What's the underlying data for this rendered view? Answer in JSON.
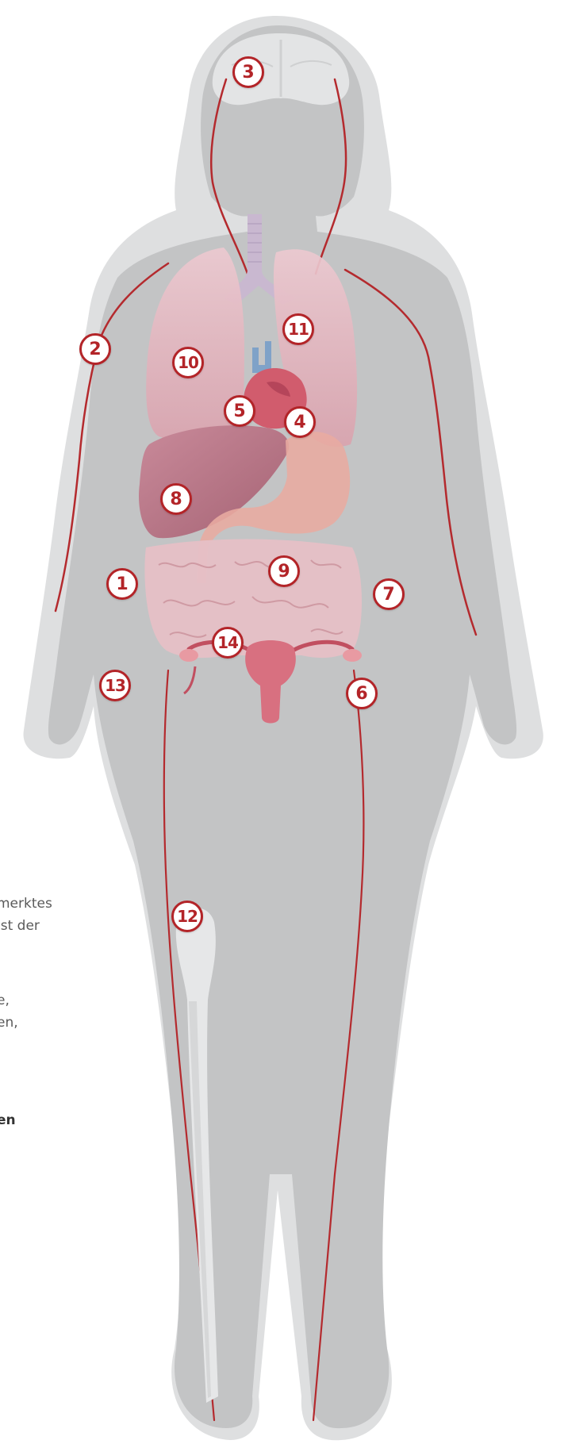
{
  "colors": {
    "background": "#ffffff",
    "body_silhouette": "#c2c3c4",
    "body_shadow": "#d3d4d5",
    "vessels": "#b42a2e",
    "marker_border": "#b32428",
    "marker_text": "#b32428",
    "lungs": "#e3b7c0",
    "liver": "#b87788",
    "heart": "#cf5c6e",
    "stomach": "#e6a59b",
    "intestines": "#e4bcc2",
    "uterus": "#d76a7a",
    "trachea": "#c8b8cf",
    "bone": "#e6e7e8"
  },
  "background_text": [
    "merktes",
    "ist der",
    "e,",
    "en,",
    "en"
  ],
  "markers": [
    {
      "label": "1"
    },
    {
      "label": "2"
    },
    {
      "label": "3"
    },
    {
      "label": "4"
    },
    {
      "label": "5"
    },
    {
      "label": "6"
    },
    {
      "label": "7"
    },
    {
      "label": "8"
    },
    {
      "label": "9"
    },
    {
      "label": "10"
    },
    {
      "label": "11"
    },
    {
      "label": "12"
    },
    {
      "label": "13"
    },
    {
      "label": "14"
    }
  ]
}
